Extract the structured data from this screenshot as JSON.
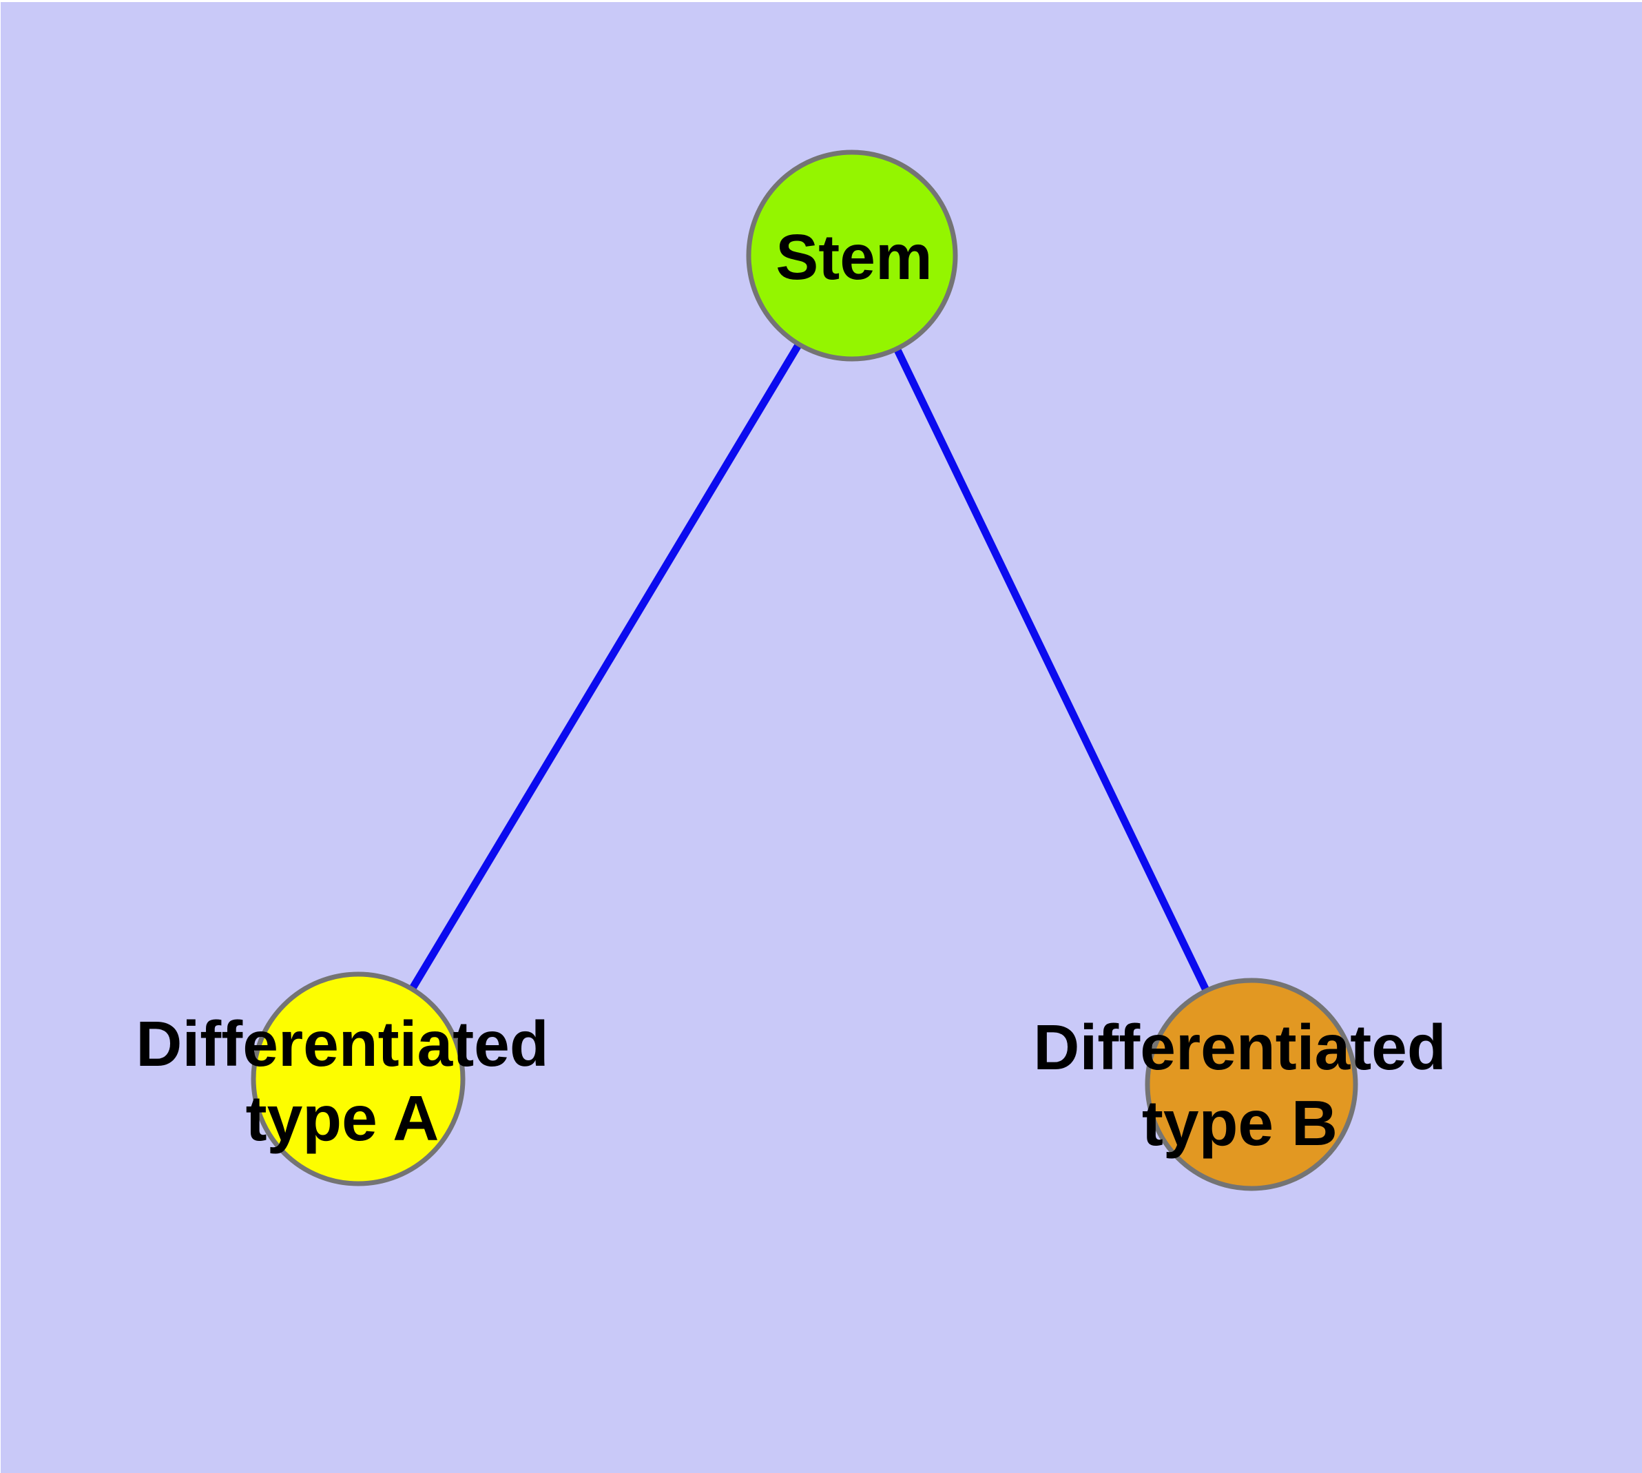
{
  "diagram": {
    "colors": {
      "page": "#ffffff",
      "background": "#c9c9f8",
      "edge": "#0b0bef",
      "node_border": "#747474",
      "label": "#000000"
    },
    "nodes": {
      "stem": {
        "label": "Stem",
        "fill": "#94f500"
      },
      "type_a": {
        "label_line1": "Differentiated",
        "label_line2": "type A",
        "fill": "#fdfd00"
      },
      "type_b": {
        "label_line1": "Differentiated",
        "label_line2": "type B",
        "fill": "#e29822"
      }
    },
    "edges": [
      {
        "from": "Stem",
        "to": "Differentiated type A"
      },
      {
        "from": "Stem",
        "to": "Differentiated type B"
      }
    ]
  }
}
